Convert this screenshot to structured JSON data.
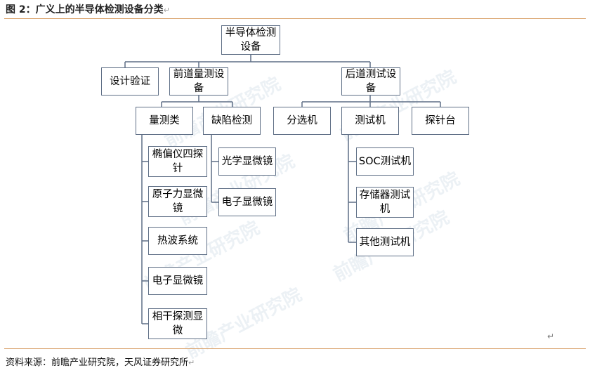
{
  "title": "图 2：广义上的半导体检测设备分类",
  "source": "资料来源：前瞻产业研究院，天风证券研究所",
  "return_mark": "↵",
  "watermark": "前瞻产业研究院",
  "nodes": {
    "root": "半导体检测设备",
    "design_verify": "设计验证",
    "front_metrology": "前道量测设备",
    "back_test": "后道测试设备",
    "metrology": "量测类",
    "defect": "缺陷检测",
    "ellipsometer": "椭偏仪四探针",
    "afm": "原子力显微镜",
    "thermal_wave": "热波系统",
    "sem_left": "电子显微镜",
    "interferometer": "相干探测显微",
    "optical_microscope": "光学显微镜",
    "sem_right": "电子显微镜",
    "sorter": "分选机",
    "tester": "测试机",
    "prober": "探针台",
    "soc_tester": "SOC测试机",
    "memory_tester": "存储器测试机",
    "other_tester": "其他测试机"
  }
}
